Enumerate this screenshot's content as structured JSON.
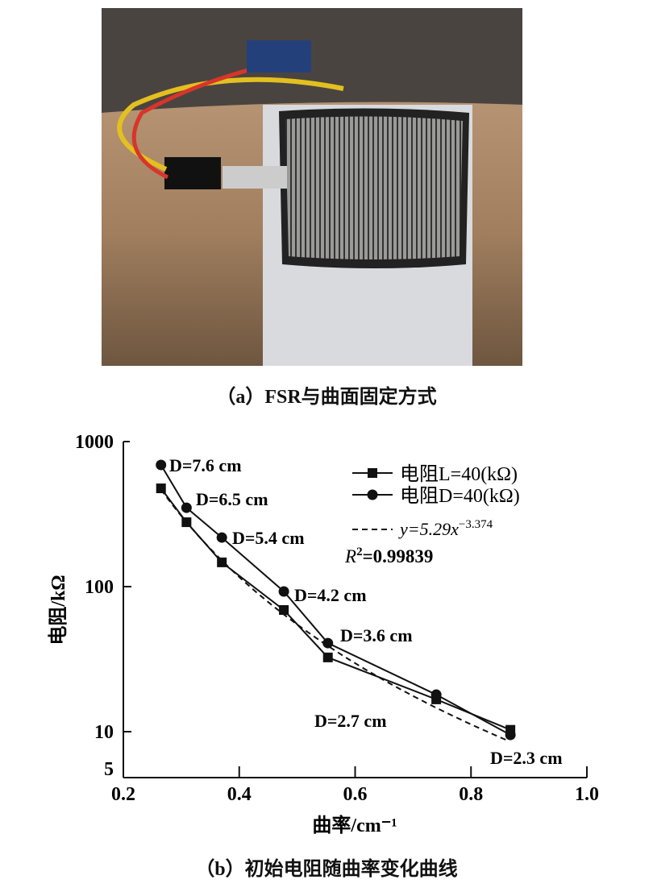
{
  "caption_a": "（a）FSR与曲面固定方式",
  "caption_b": "（b）初始电阻随曲率变化曲线",
  "chart_data": {
    "type": "line",
    "title": "",
    "xlabel": "曲率/cm⁻¹",
    "ylabel": "电阻/kΩ",
    "xlim": [
      0.2,
      1.0
    ],
    "ylim": [
      5,
      1000
    ],
    "yscale": "log",
    "xticks": [
      "0.2",
      "0.4",
      "0.6",
      "0.8",
      "1.0"
    ],
    "yticks": [
      "5",
      "10",
      "100",
      "1000"
    ],
    "x": [
      0.265,
      0.309,
      0.37,
      0.477,
      0.553,
      0.74,
      0.868
    ],
    "series": [
      {
        "name": "电阻L=40(kΩ)",
        "marker": "square",
        "values": [
          476,
          278,
          147,
          69,
          32.5,
          16.7,
          10.3
        ]
      },
      {
        "name": "电阻D=40(kΩ)",
        "marker": "circle",
        "values": [
          690,
          350,
          218,
          92.6,
          40.8,
          18,
          9.5
        ]
      }
    ],
    "fit": {
      "label": "y=5.29x",
      "exponent": "−3.374",
      "a": 5.29,
      "b": -3.374,
      "r2_label": "R",
      "r2_value": "=0.99839"
    },
    "point_labels": [
      "D=7.6 cm",
      "D=6.5 cm",
      "D=5.4 cm",
      "D=4.2 cm",
      "D=3.6 cm",
      "D=2.7 cm",
      "D=2.3 cm"
    ],
    "legend_position": "top-right",
    "grid": false
  }
}
